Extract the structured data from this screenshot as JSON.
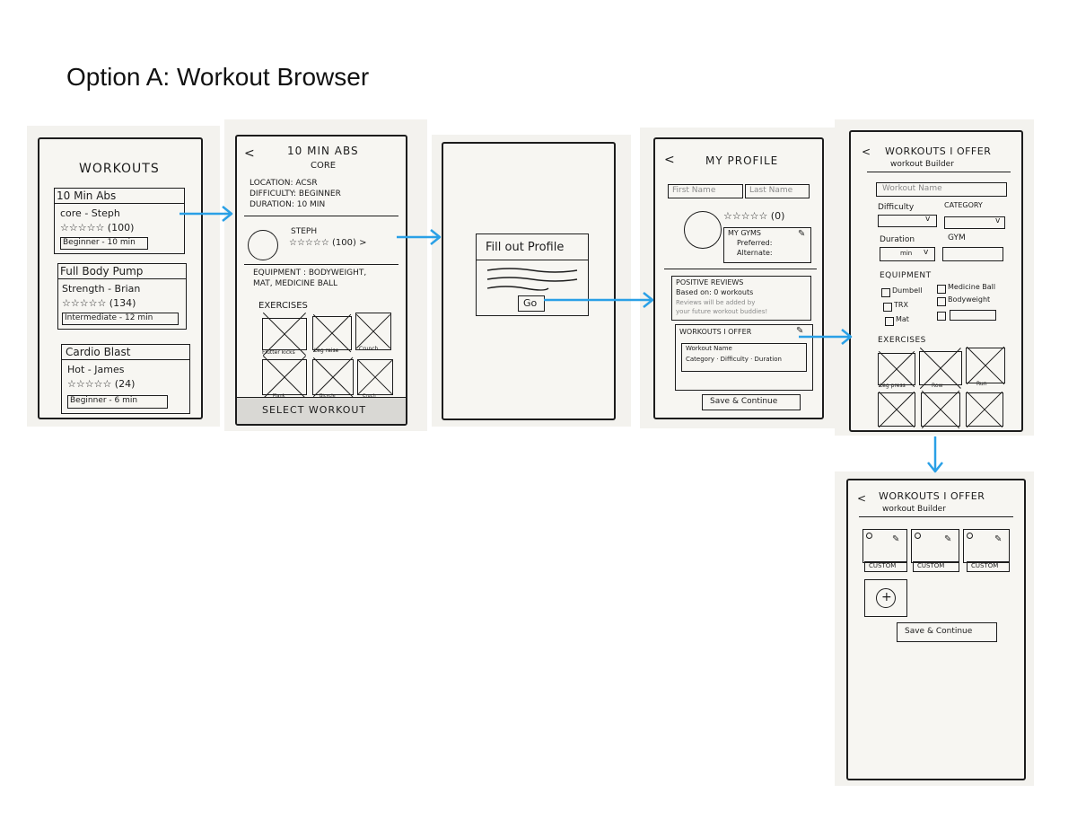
{
  "page_title": "Option A: Workout Browser",
  "s1": {
    "header": "WORKOUTS",
    "cards": [
      {
        "name": "10 Min Abs",
        "sub": "core - Steph",
        "stars": "☆☆☆☆☆ (100)",
        "tag": "Beginner - 10 min"
      },
      {
        "name": "Full Body Pump",
        "sub": "Strength - Brian",
        "stars": "☆☆☆☆☆ (134)",
        "tag": "Intermediate - 12 min"
      },
      {
        "name": "Cardio Blast",
        "sub": "Hot - James",
        "stars": "☆☆☆☆☆ (24)",
        "tag": "Beginner - 6 min"
      }
    ]
  },
  "s2": {
    "back": "<",
    "title": "10 MIN ABS",
    "subtitle": "CORE",
    "location": "LOCATION: ACSR",
    "difficulty": "DIFFICULTY: BEGINNER",
    "duration": "DURATION: 10 MIN",
    "trainer": "STEPH",
    "trainer_stars": "☆☆☆☆☆ (100) >",
    "equipment_1": "EQUIPMENT : BODYWEIGHT,",
    "equipment_2": "MAT, MEDICINE BALL",
    "exercises_label": "EXERCISES",
    "thumb_labels": [
      "Flutter kicks",
      "Leg raise",
      "Crunch"
    ],
    "row2_labels": [
      "Plank",
      "Bicycle",
      "Cruch"
    ],
    "cta": "SELECT WORKOUT"
  },
  "s3": {
    "dialog_title": "Fill out Profile",
    "go": "Go"
  },
  "s4": {
    "back": "<",
    "title": "MY PROFILE",
    "first_name": "First Name",
    "last_name": "Last Name",
    "stars": "☆☆☆☆☆ (0)",
    "gyms_title": "MY GYMS",
    "preferred": "Preferred:",
    "alternate": "Alternate:",
    "reviews_title": "POSITIVE REVIEWS",
    "reviews_based": "Based on: 0 workouts",
    "reviews_note_1": "Reviews will be added by",
    "reviews_note_2": "your future workout buddies!",
    "offer_title": "WORKOUTS I OFFER",
    "workout_name": "Workout Name",
    "workout_meta": "Category · Difficulty · Duration",
    "save": "Save & Continue"
  },
  "s5": {
    "back": "<",
    "title": "WORKOUTS I OFFER",
    "subtitle": "workout Builder",
    "name_placeholder": "Workout Name",
    "difficulty": "Difficulty",
    "category": "CATEGORY",
    "duration": "Duration",
    "gym": "GYM",
    "min": "min",
    "equipment": "EQUIPMENT",
    "eq_items": [
      "Dumbell",
      "Medicine Ball",
      "TRX",
      "Bodyweight",
      "Mat"
    ],
    "exercises": "EXERCISES",
    "ex_labels": [
      "Leg press",
      "Row",
      "Run"
    ]
  },
  "s6": {
    "back": "<",
    "title": "WORKOUTS I OFFER",
    "subtitle": "workout Builder",
    "custom_labels": [
      "CUSTOM",
      "CUSTOM",
      "CUSTOM"
    ],
    "add": "+",
    "save": "Save & Continue"
  },
  "colors": {
    "arrow": "#2aa0e6",
    "ink": "#1c1c1c",
    "paper": "#f3f2ee"
  },
  "icons": [
    "star-icon",
    "avatar-icon",
    "pencil-icon",
    "check-box-icon",
    "chevron-down-icon",
    "plus-icon",
    "back-chevron-icon",
    "arrow-right-icon",
    "arrow-down-icon"
  ]
}
